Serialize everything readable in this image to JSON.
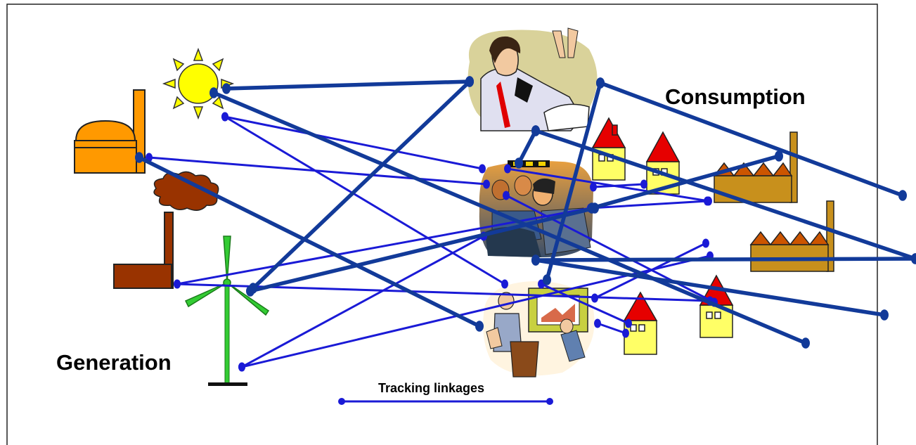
{
  "labels": {
    "generation": "Generation",
    "consumption": "Consumption",
    "legend": "Tracking linkages"
  },
  "colors": {
    "thin_link": "#1a1ad6",
    "thick_link": "#123a99",
    "frame": "#222222",
    "house_wall": "#ffff66",
    "house_roof": "#e60000",
    "factory_wall": "#c8901c",
    "sun": "#ffff00",
    "turbine": "#33cc33",
    "biogas": "#ff9900",
    "coal": "#993300"
  },
  "icons": {
    "sources": [
      "sun-icon",
      "biogas-plant-icon",
      "coal-plant-icon",
      "wind-turbine-icon"
    ],
    "intermediaries": [
      "trader-phone-icon",
      "trading-floor-icon",
      "auction-icon"
    ],
    "consumers": [
      "house-icon",
      "house-icon",
      "factory-icon",
      "factory-icon",
      "house-icon",
      "house-icon"
    ]
  }
}
